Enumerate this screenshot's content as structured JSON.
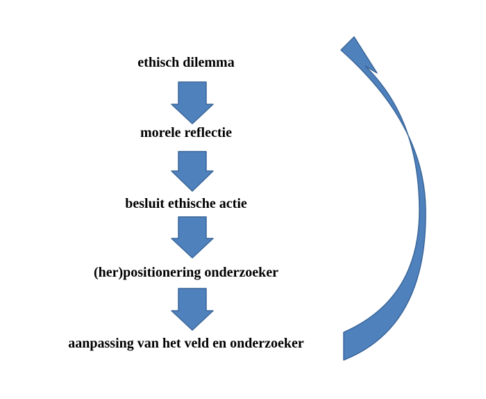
{
  "diagram": {
    "steps": [
      {
        "label": "ethisch dilemma"
      },
      {
        "label": "morele reflectie"
      },
      {
        "label": "besluit ethische actie"
      },
      {
        "label": "(her)positionering onderzoeker"
      },
      {
        "label": "aanpassing van het veld en onderzoeker"
      }
    ],
    "arrow_fill": "#4f81bd",
    "arrow_stroke": "#3a6699"
  }
}
